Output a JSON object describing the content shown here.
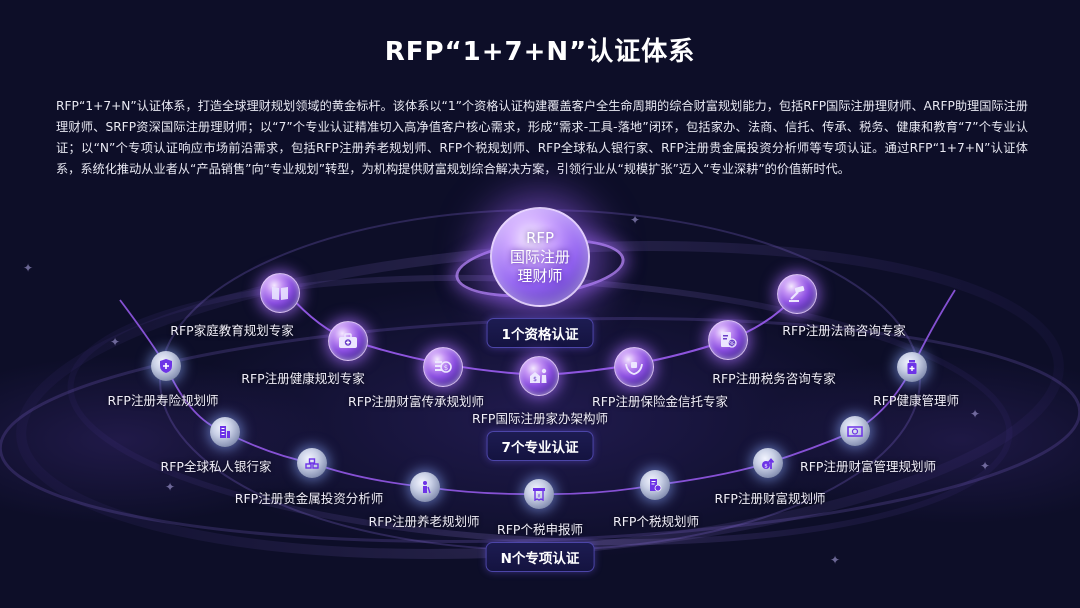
{
  "header": {
    "title": "RFP“1+7+N”认证体系"
  },
  "intro": {
    "text": "RFP“1+7+N”认证体系，打造全球理财规划领域的黄金标杆。该体系以“1”个资格认证构建覆盖客户全生命周期的综合财富规划能力，包括RFP国际注册理财师、ARFP助理国际注册理财师、SRFP资深国际注册理财师；以“7”个专业认证精准切入高净值客户核心需求，形成“需求-工具-落地”闭环，包括家办、法商、信托、传承、税务、健康和教育“7”个专业认证；以“N”个专项认证响应市场前沿需求，包括RFP注册养老规划师、RFP个税规划师、RFP全球私人银行家、RFP注册贵金属投资分析师等专项认证。通过RFP“1+7+N”认证体系，系统化推动从业者从“产品销售”向“专业规划”转型，为机构提供财富规划综合解决方案，引领行业从“规模扩张”迈入“专业深耕”的价值新时代。"
  },
  "colors": {
    "background": "#0d0e28",
    "accent_purple": "#8b4fe0",
    "orbit_line": "#9a5cf0",
    "badge_border": "#4c45a8"
  },
  "core": {
    "line1": "RFP",
    "line2": "国际注册",
    "line3": "理财师",
    "badge": "1个资格认证"
  },
  "tier7": {
    "badge": "7个专业认证",
    "items": [
      {
        "label": "RFP家庭教育规划专家",
        "icon": "book-icon"
      },
      {
        "label": "RFP注册健康规划专家",
        "icon": "medical-kit-icon"
      },
      {
        "label": "RFP注册财富传承规划师",
        "icon": "money-stack-icon"
      },
      {
        "label": "RFP国际注册家办架构师",
        "icon": "family-house-icon"
      },
      {
        "label": "RFP注册保险金信托专家",
        "icon": "hands-protect-icon"
      },
      {
        "label": "RFP注册税务咨询专家",
        "icon": "tax-document-icon"
      },
      {
        "label": "RFP注册法商咨询专家",
        "icon": "gavel-icon"
      }
    ]
  },
  "tierN": {
    "badge": "N个专项认证",
    "items": [
      {
        "label": "RFP注册寿险规划师",
        "icon": "shield-plus-icon"
      },
      {
        "label": "RFP全球私人银行家",
        "icon": "bank-building-icon"
      },
      {
        "label": "RFP注册贵金属投资分析师",
        "icon": "gold-bars-icon"
      },
      {
        "label": "RFP注册养老规划师",
        "icon": "elder-cane-icon"
      },
      {
        "label": "RFP个税申报师",
        "icon": "receipt-icon"
      },
      {
        "label": "RFP个税规划师",
        "icon": "tax-form-icon"
      },
      {
        "label": "RFP注册财富规划师",
        "icon": "money-growth-icon"
      },
      {
        "label": "RFP注册财富管理规划师",
        "icon": "cash-icon"
      },
      {
        "label": "RFP健康管理师",
        "icon": "medicine-bottle-icon"
      }
    ]
  }
}
